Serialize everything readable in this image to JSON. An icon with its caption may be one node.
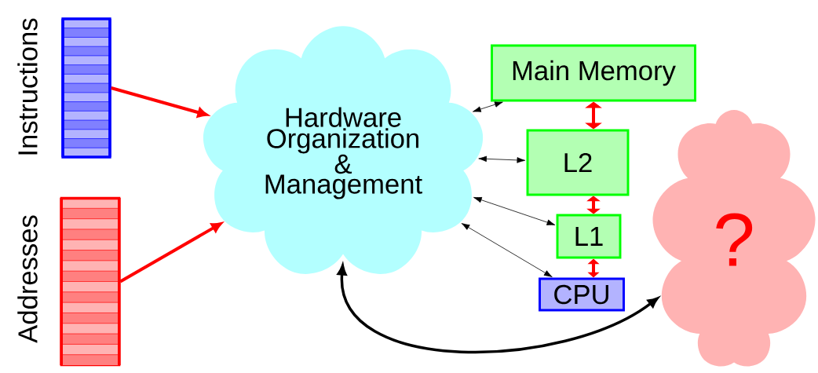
{
  "diagram": {
    "nodes": [
      {
        "text": [
          "Instructions"
        ]
      },
      {
        "text": [
          "Addresses"
        ]
      },
      {
        "text": [
          "Hardware Organization & Management"
        ]
      },
      {
        "text": [
          "Main Memory"
        ]
      },
      {
        "text": [
          "L2"
        ]
      },
      {
        "text": [
          "L1"
        ]
      },
      {
        "text": [
          "CPU"
        ]
      },
      {
        "text": [
          "?"
        ]
      }
    ],
    "edges": [
      {
        "from": 0,
        "to": 2,
        "arrow": "to"
      },
      {
        "from": 1,
        "to": 2,
        "arrow": "to"
      },
      {
        "from": 2,
        "to": 3,
        "arrow": "both",
        "color": "#000000"
      },
      {
        "from": 2,
        "to": 4,
        "arrow": "both",
        "color": "#000000"
      },
      {
        "from": 2,
        "to": 5,
        "arrow": "both",
        "color": "#000000"
      },
      {
        "from": 2,
        "to": 6,
        "arrow": "both",
        "color": "#000000"
      },
      {
        "from": 3,
        "to": 4,
        "arrow": "both"
      },
      {
        "from": 4,
        "to": 5,
        "arrow": "both"
      },
      {
        "from": 5,
        "to": 6,
        "arrow": "both"
      },
      {
        "from": 2,
        "to": 7,
        "arrow": "both",
        "color": "#000000"
      }
    ]
  }
}
